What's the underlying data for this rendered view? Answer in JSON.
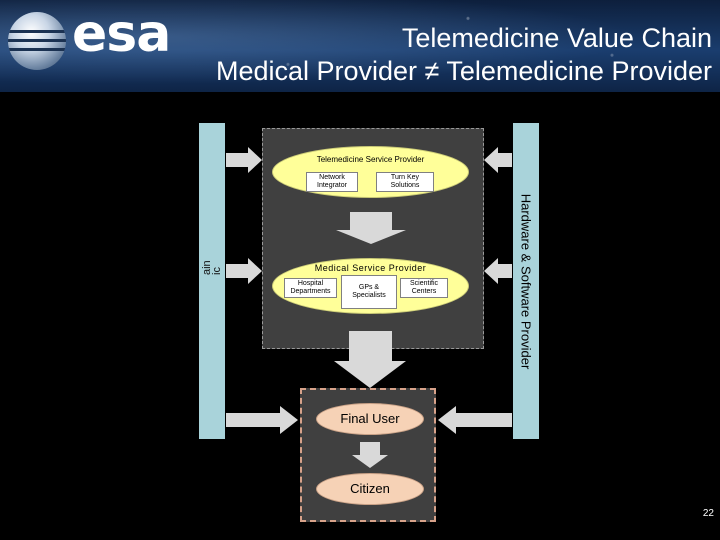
{
  "header": {
    "logo_text": "esa",
    "title_line1": "Telemedicine Value Chain",
    "title_line2": "Medical Provider ≠ Telemedicine Provider"
  },
  "diagram": {
    "left_bar_label_fragment": "ain\nic",
    "right_bar_label": "Hardware & Software Provider",
    "telemedicine_service_provider": {
      "label": "Telemedicine Service Provider",
      "items": [
        "Network Integrator",
        "Turn Key Solutions"
      ]
    },
    "medical_service_provider": {
      "label": "Medical Service Provider",
      "items": [
        "Hospital Departments",
        "GPs & Specialists",
        "Scientific Centers"
      ]
    },
    "final_user": "Final User",
    "citizen": "Citizen"
  },
  "colors": {
    "bar": "#a9d3da",
    "arrow": "#d9d9d9",
    "ellipse_yellow": "#ffff99",
    "ellipse_peach": "#f6d2b6",
    "box_gray": "#404040",
    "final_box_border": "#d7a28a"
  },
  "footer": {
    "page_number": "22"
  }
}
